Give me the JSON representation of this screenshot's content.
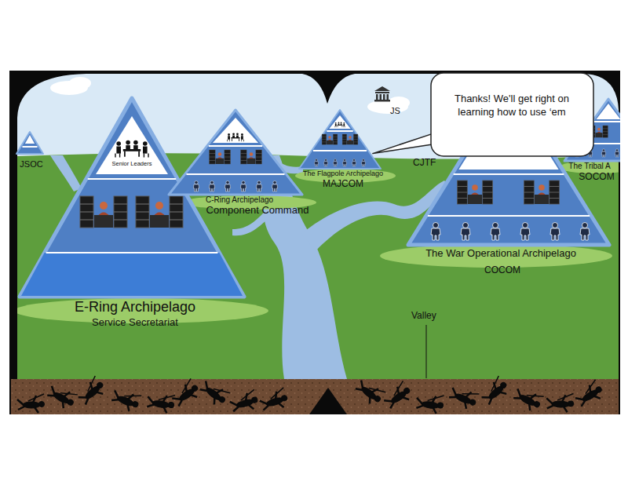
{
  "diagram": {
    "nodes": [
      {
        "text": [
          "JSOC"
        ]
      },
      {
        "text": [
          "E-Ring Archipelago",
          "Service Secretariat"
        ]
      },
      {
        "text": [
          "Senior Leaders"
        ],
        "in": 1
      },
      {
        "text": [
          "C-Ring Archipelago",
          "Component Command"
        ]
      },
      {
        "text": [
          "The Flagpole Archipelago",
          "MAJCOM"
        ]
      },
      {
        "text": [
          "Thanks! We'll get right on learning how to use ‘em"
        ]
      },
      {
        "text": [
          "The War Operational Archipelago",
          "COCOM"
        ]
      },
      {
        "text": [
          "The Tribal A",
          "SOCOM"
        ]
      }
    ],
    "edges": [
      {
        "from": 5,
        "to": 4,
        "arrow": "none"
      }
    ],
    "labels": [
      "JS",
      "CJTF",
      "Valley"
    ]
  }
}
